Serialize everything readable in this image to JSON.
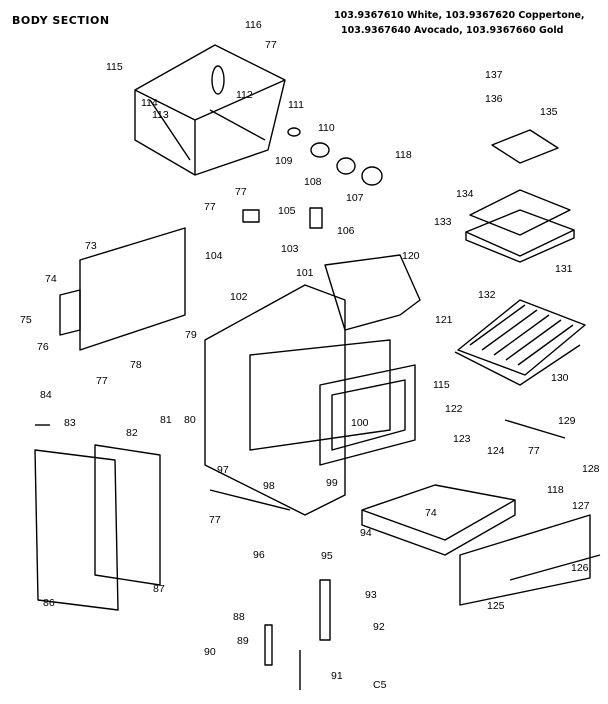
{
  "header": {
    "section_title": "BODY SECTION",
    "models_line1": "103.9367610 White, 103.9367620 Coppertone,",
    "models_line2": "103.9367640 Avocado, 103.9367660 Gold"
  },
  "footer_code": "C5",
  "callouts": [
    "116",
    "77",
    "115",
    "112",
    "114",
    "113",
    "111",
    "110",
    "109",
    "108",
    "107",
    "118",
    "137",
    "136",
    "135",
    "134",
    "133",
    "77",
    "105",
    "106",
    "77",
    "103",
    "104",
    "73",
    "74",
    "75",
    "76",
    "120",
    "101",
    "102",
    "121",
    "79",
    "78",
    "77",
    "81",
    "80",
    "131",
    "132",
    "130",
    "115",
    "122",
    "84",
    "83",
    "82",
    "100",
    "123",
    "129",
    "97",
    "99",
    "98",
    "94",
    "77",
    "128",
    "124",
    "118",
    "74",
    "127",
    "77",
    "96",
    "95",
    "126",
    "86",
    "87",
    "125",
    "93",
    "88",
    "92",
    "89",
    "90",
    "91"
  ],
  "colors": {
    "ink": "#000000",
    "paper": "#ffffff"
  }
}
